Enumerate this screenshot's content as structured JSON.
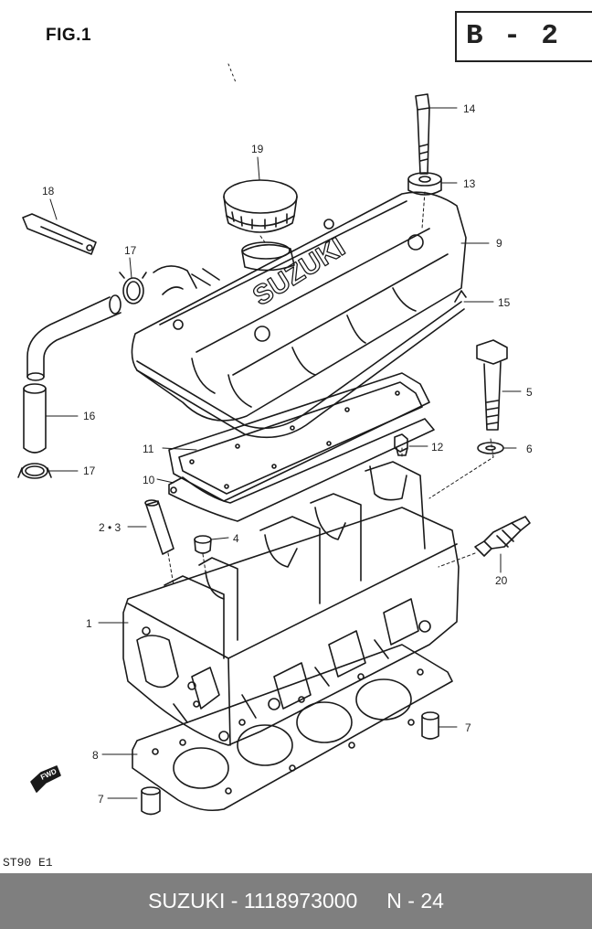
{
  "figure": {
    "title": "FIG.1",
    "page_code": "B - 2",
    "model_code": "ST90 E1"
  },
  "callouts": [
    {
      "id": "c14",
      "label": "14"
    },
    {
      "id": "c19",
      "label": "19"
    },
    {
      "id": "c13",
      "label": "13"
    },
    {
      "id": "c18",
      "label": "18"
    },
    {
      "id": "c9",
      "label": "9"
    },
    {
      "id": "c17a",
      "label": "17"
    },
    {
      "id": "c15",
      "label": "15"
    },
    {
      "id": "c5",
      "label": "5"
    },
    {
      "id": "c16",
      "label": "16"
    },
    {
      "id": "c11",
      "label": "11"
    },
    {
      "id": "c12",
      "label": "12"
    },
    {
      "id": "c6",
      "label": "6"
    },
    {
      "id": "c17b",
      "label": "17"
    },
    {
      "id": "c10",
      "label": "10"
    },
    {
      "id": "c23",
      "label": "2 • 3"
    },
    {
      "id": "c4",
      "label": "4"
    },
    {
      "id": "c20",
      "label": "20"
    },
    {
      "id": "c1",
      "label": "1"
    },
    {
      "id": "c7a",
      "label": "7"
    },
    {
      "id": "c8",
      "label": "8"
    },
    {
      "id": "c7b",
      "label": "7"
    }
  ],
  "cover_brand": "SUZUKI",
  "fwd_label": "FWD",
  "footer": {
    "text": "SUZUKI - 1118973000     N - 24"
  }
}
